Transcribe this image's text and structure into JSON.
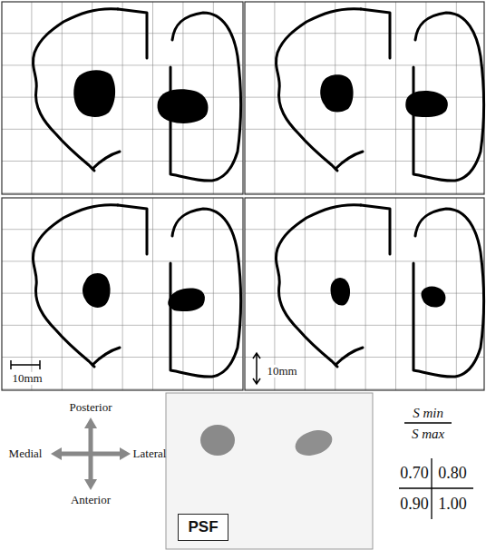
{
  "diagram": {
    "nodes": [
      {
        "text": [
          "PSF"
        ]
      }
    ],
    "labels": [
      "10mm",
      "10mm",
      "Posterior",
      "Medial",
      "Lateral",
      "Anterior",
      "S min",
      "S max",
      "0.70",
      "0.80",
      "0.90",
      "1.00"
    ]
  }
}
